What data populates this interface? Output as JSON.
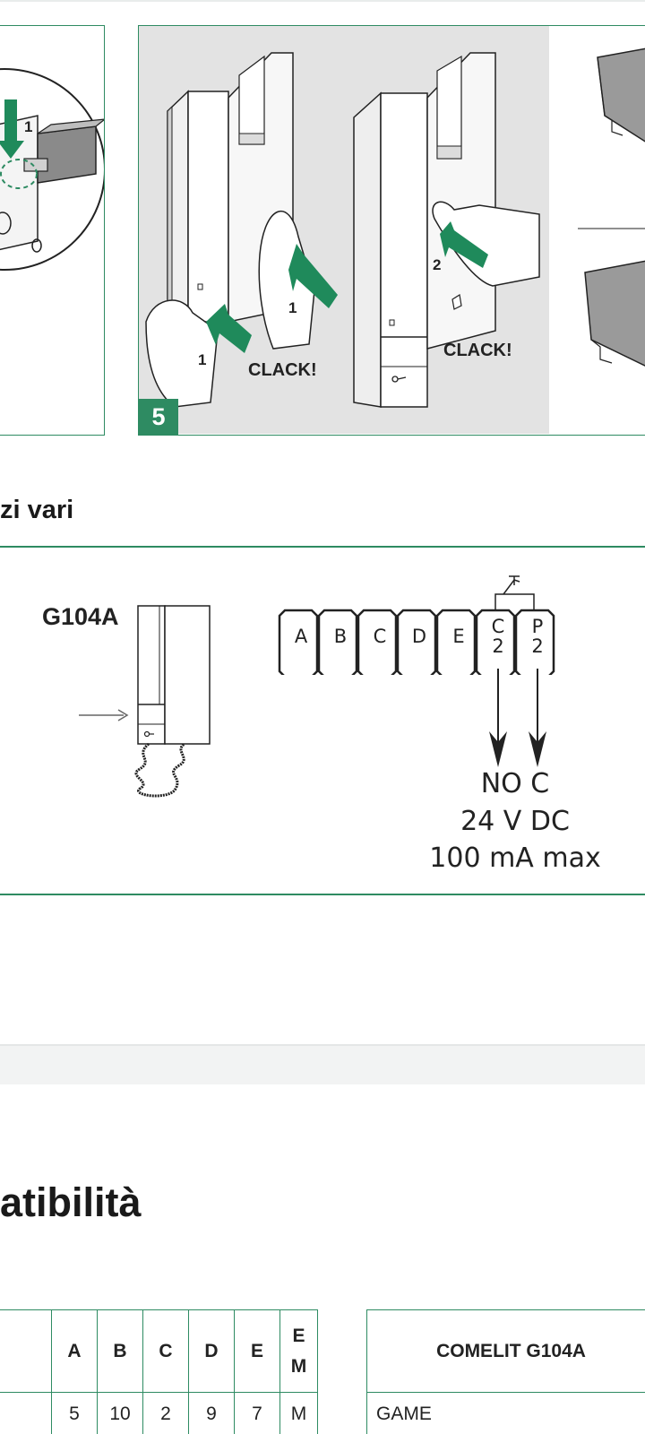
{
  "install_figure": {
    "step_number": "5",
    "labels": {
      "step_one": "1",
      "step_two": "2",
      "clack": "CLACK!"
    }
  },
  "section": {
    "heading_fragment": "zi vari"
  },
  "wiring_diagram": {
    "model": "G104A",
    "terminals": [
      {
        "top": "A",
        "bottom": ""
      },
      {
        "top": "B",
        "bottom": ""
      },
      {
        "top": "C",
        "bottom": ""
      },
      {
        "top": "D",
        "bottom": ""
      },
      {
        "top": "E",
        "bottom": ""
      },
      {
        "top": "C",
        "bottom": "2"
      },
      {
        "top": "P",
        "bottom": "2"
      }
    ],
    "contact_label": "NO C",
    "voltage": "24 V DC",
    "current": "100 mA max"
  },
  "compat_heading_fragment": "atibilità",
  "terminal_table": {
    "headers": [
      "",
      "A",
      "B",
      "C",
      "D",
      "E",
      "E",
      "M"
    ],
    "rows": [
      [
        "",
        "5",
        "10",
        "2",
        "9",
        "7",
        "M"
      ]
    ]
  },
  "model_table": {
    "header": "COMELIT G104A",
    "rows": [
      "GAME"
    ]
  },
  "colors": {
    "accent": "#2e8b62",
    "panel_gray": "#e3e3e3"
  }
}
